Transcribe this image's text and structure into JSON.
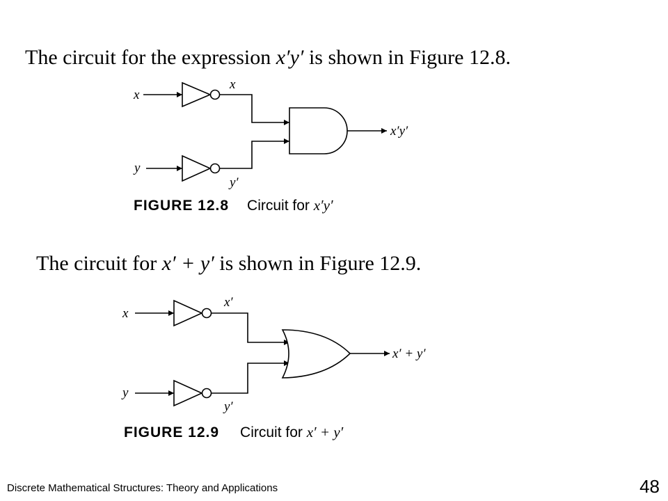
{
  "slide": {
    "sentence1": {
      "prefix": "The circuit for the expression ",
      "expr": "x′y′",
      "suffix": " is shown in Figure 12.8."
    },
    "sentence2": {
      "prefix": "The circuit for ",
      "expr": "x′ + y′",
      "suffix": " is shown in Figure 12.9."
    }
  },
  "figure1": {
    "inputs": [
      "x",
      "y"
    ],
    "inverter_outputs": [
      "x",
      "y′"
    ],
    "gate": "AND",
    "output": "x′y′",
    "caption_label": "FIGURE 12.8",
    "caption_prefix": "Circuit for ",
    "caption_expr": "x′y′"
  },
  "figure2": {
    "inputs": [
      "x",
      "y"
    ],
    "inverter_outputs": [
      "x′",
      "y′"
    ],
    "gate": "OR",
    "output": "x′ + y′",
    "caption_label": "FIGURE 12.9",
    "caption_prefix": "Circuit for ",
    "caption_expr": "x′ + y′"
  },
  "footer": {
    "text": "Discrete Mathematical Structures: Theory and Applications",
    "page": "48"
  }
}
